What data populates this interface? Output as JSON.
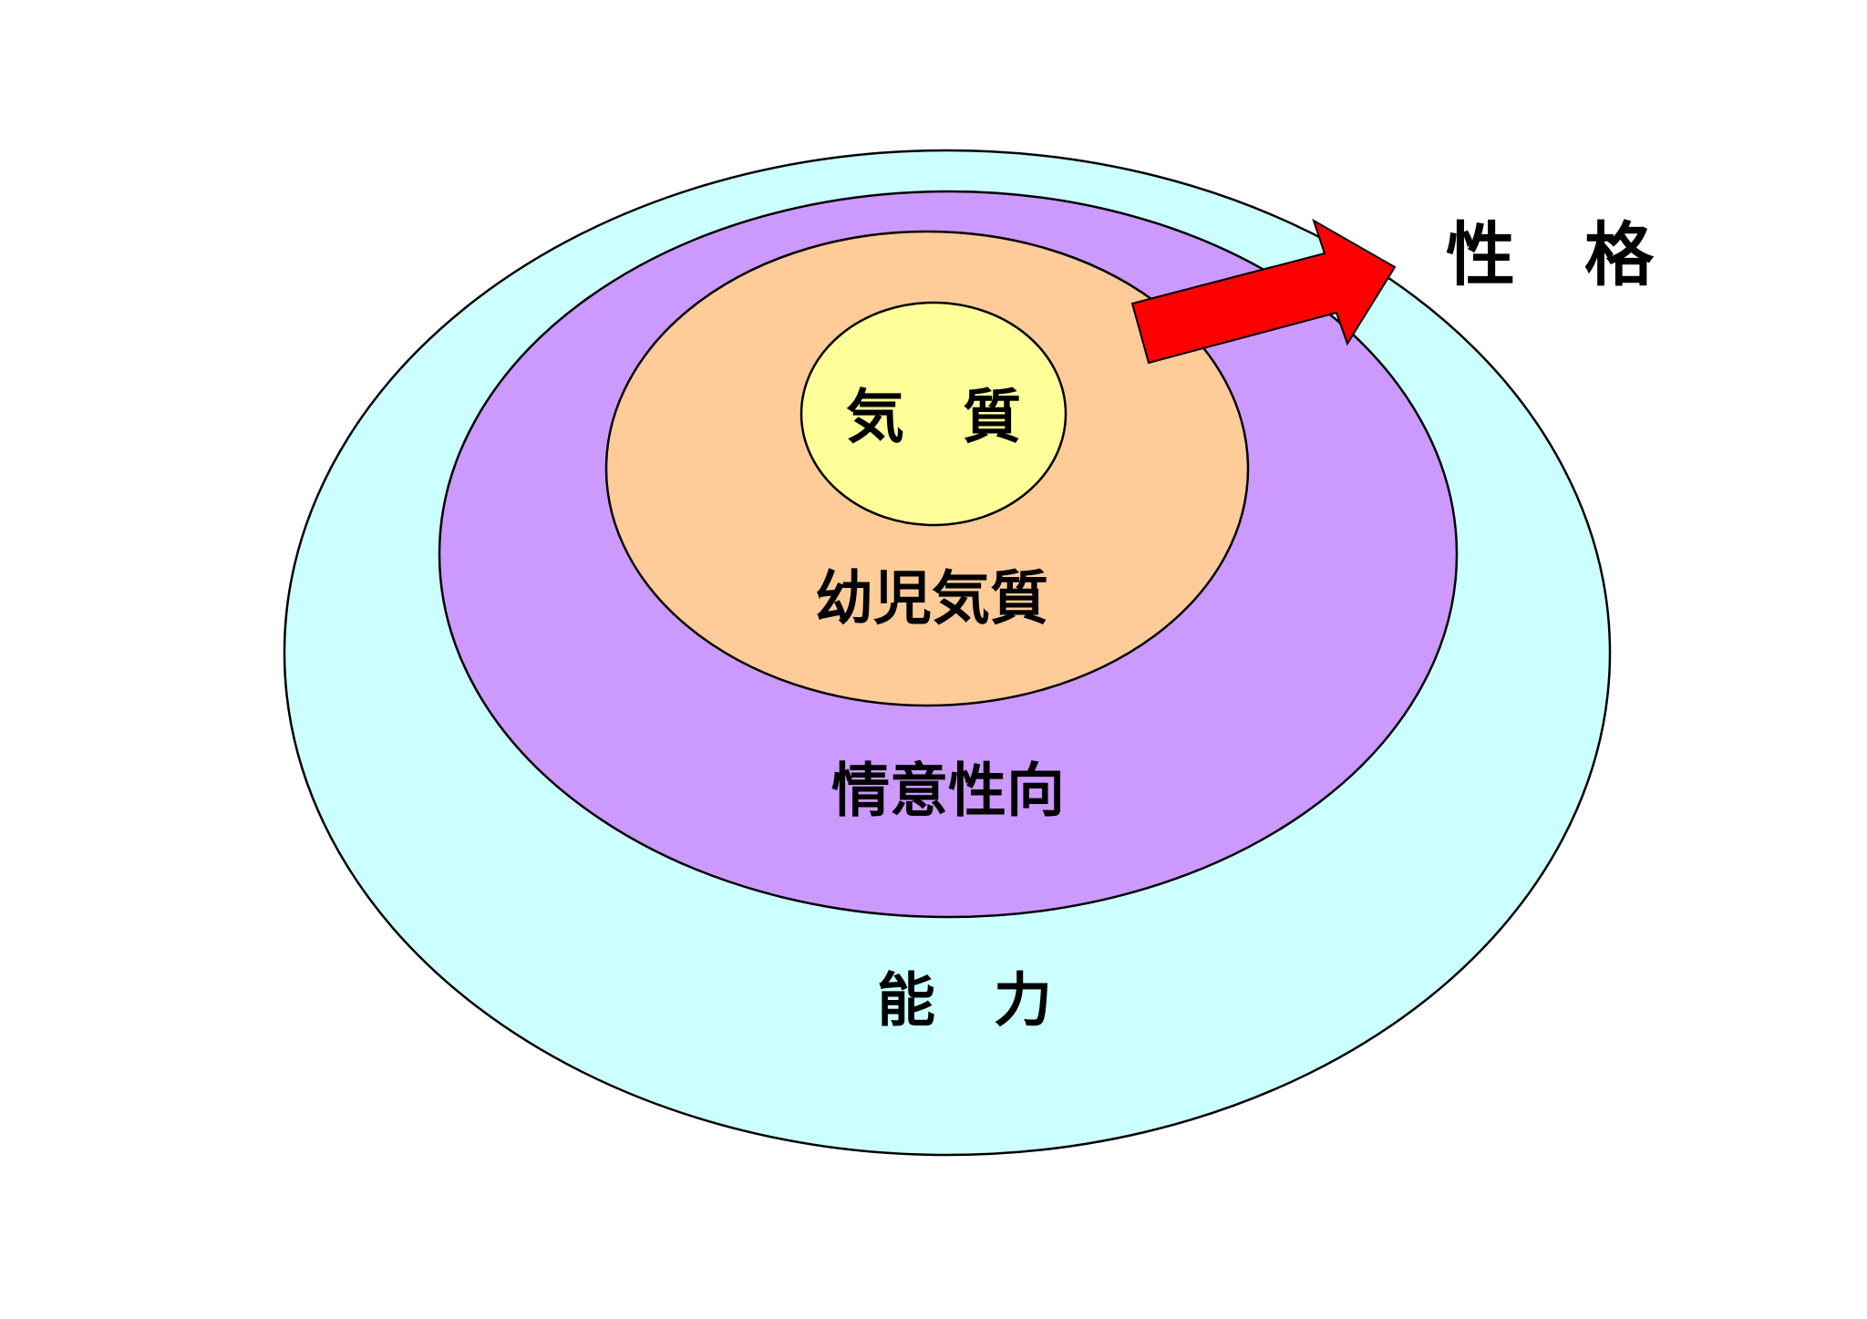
{
  "diagram": {
    "labels": {
      "outer_ring": "能　力",
      "second_ring": "情意性向",
      "third_ring": "幼児気質",
      "core": "気　質",
      "arrow_target": "性　格"
    },
    "colors": {
      "outer_ring": "#ccffff",
      "second_ring": "#cc99ff",
      "third_ring": "#ffcc99",
      "core": "#ffff99",
      "arrow": "#ff0000",
      "outline": "#000000"
    }
  }
}
